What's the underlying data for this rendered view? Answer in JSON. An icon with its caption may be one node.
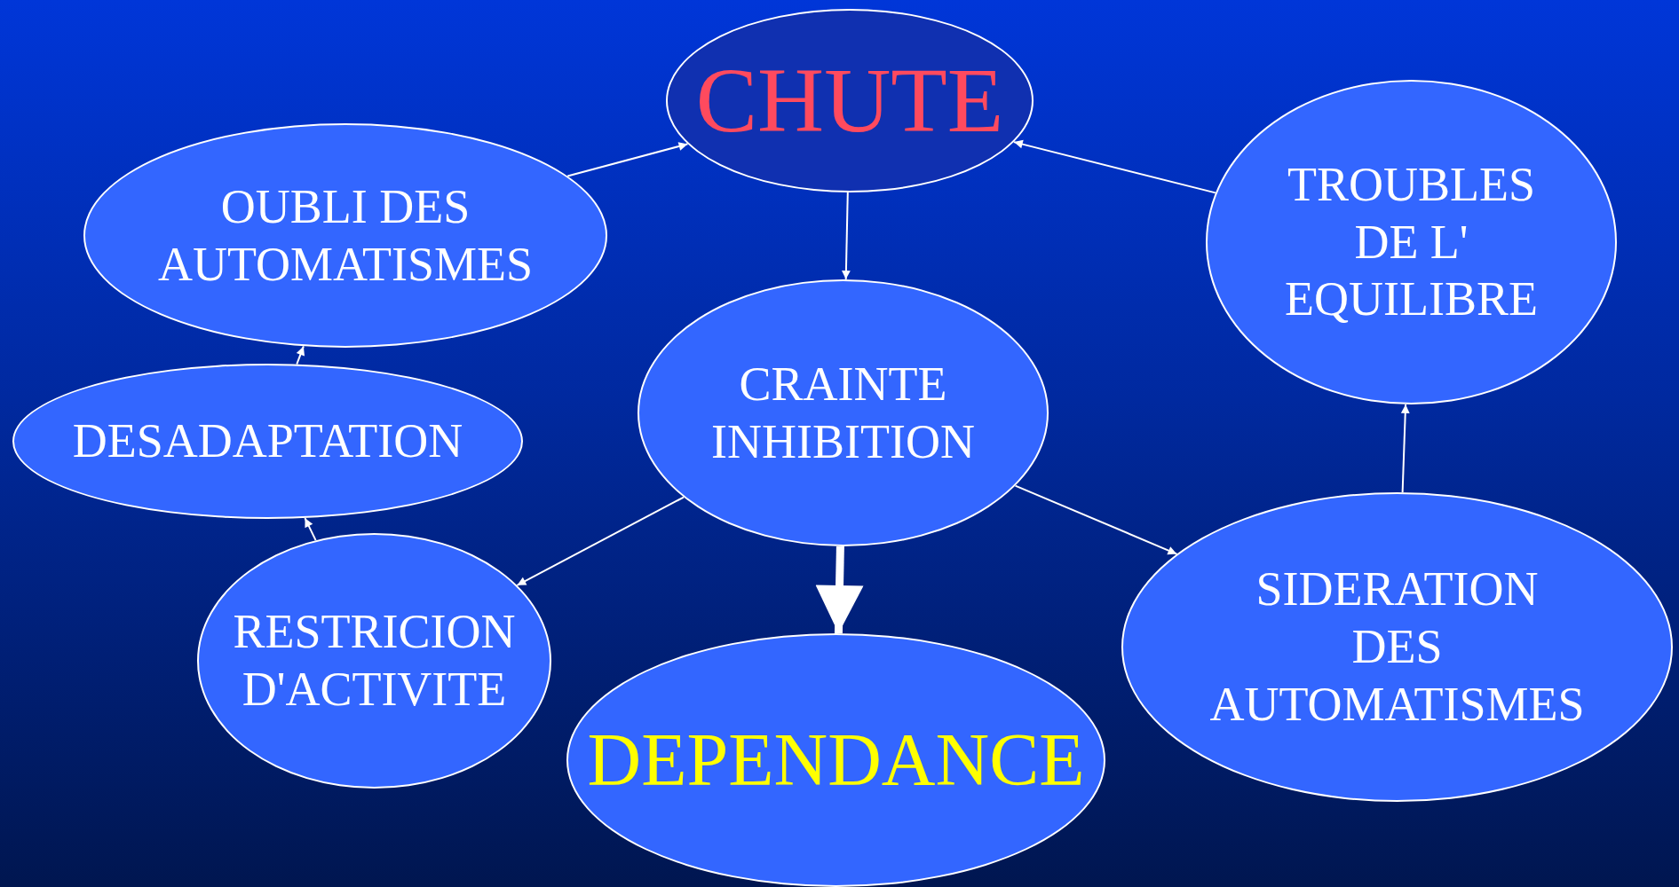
{
  "diagram": {
    "nodes": [
      {
        "text": [
          "CHUTE"
        ]
      },
      {
        "text": [
          "OUBLI DES AUTOMATISMES"
        ]
      },
      {
        "text": [
          "TROUBLES DE L' EQUILIBRE"
        ]
      },
      {
        "text": [
          "CRAINTE INHIBITION"
        ]
      },
      {
        "text": [
          "DESADAPTATION"
        ]
      },
      {
        "text": [
          "RESTRICION D'ACTIVITE"
        ]
      },
      {
        "text": [
          "DEPENDANCE"
        ]
      },
      {
        "text": [
          "SIDERATION DES AUTOMATISMES"
        ]
      }
    ],
    "edges": [
      {
        "from": 1,
        "to": 0,
        "arrow": "to"
      },
      {
        "from": 2,
        "to": 0,
        "arrow": "to"
      },
      {
        "from": 0,
        "to": 3,
        "arrow": "to"
      },
      {
        "from": 3,
        "to": 5,
        "arrow": "to"
      },
      {
        "from": 3,
        "to": 7,
        "arrow": "to"
      },
      {
        "from": 3,
        "to": 6,
        "arrow": "to",
        "style": "thick"
      },
      {
        "from": 5,
        "to": 4,
        "arrow": "to"
      },
      {
        "from": 4,
        "to": 1,
        "arrow": "to"
      },
      {
        "from": 7,
        "to": 2,
        "arrow": "to"
      }
    ]
  }
}
